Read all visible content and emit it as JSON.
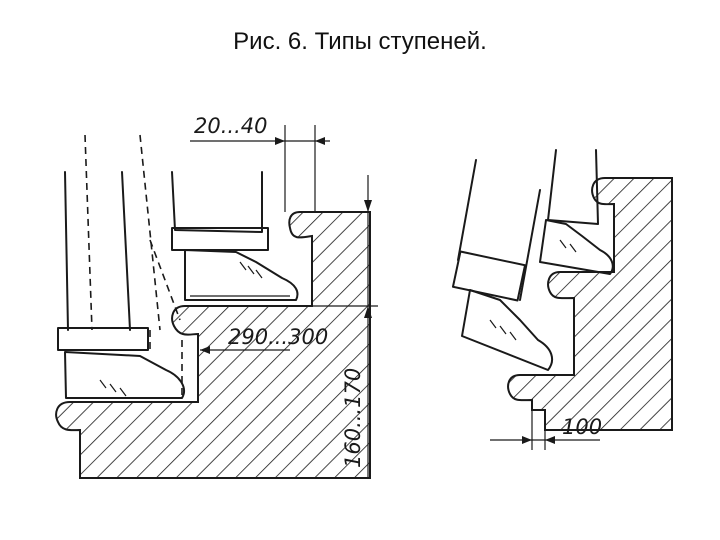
{
  "figure": {
    "title": "Рис. 6. Типы ступеней."
  },
  "dimensions": {
    "nosing_left": "20...40",
    "tread": "290...300",
    "riser": "160...170",
    "nosing_right": "100"
  }
}
